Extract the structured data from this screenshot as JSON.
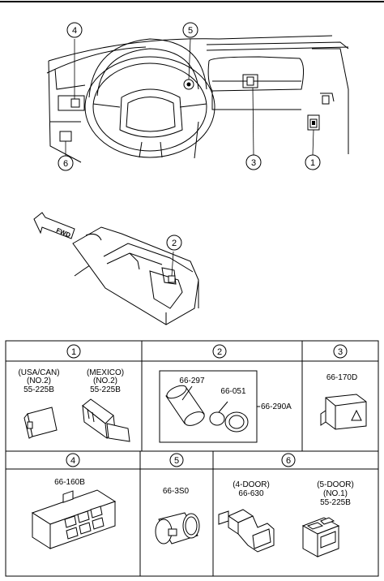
{
  "overview": {
    "callouts": [
      "1",
      "2",
      "3",
      "4",
      "5",
      "6"
    ],
    "fwd_label": "FWD"
  },
  "table": {
    "headers": [
      "1",
      "2",
      "3",
      "4",
      "5",
      "6"
    ],
    "cell1": {
      "left": {
        "line1": "(USA/CAN)",
        "line2": "(NO.2)",
        "part": "55-225B"
      },
      "right": {
        "line1": "(MEXICO)",
        "line2": "(NO.2)",
        "part": "55-225B"
      }
    },
    "cell2": {
      "part_a": "66-297",
      "part_b": "66-051",
      "assembly": "66-290A"
    },
    "cell3": {
      "part": "66-170D"
    },
    "cell4": {
      "part": "66-160B"
    },
    "cell5": {
      "part": "66-3S0"
    },
    "cell6": {
      "left": {
        "line1": "(4-DOOR)",
        "part": "66-630"
      },
      "right": {
        "line1": "(5-DOOR)",
        "line2": "(NO.1)",
        "part": "55-225B"
      }
    }
  }
}
